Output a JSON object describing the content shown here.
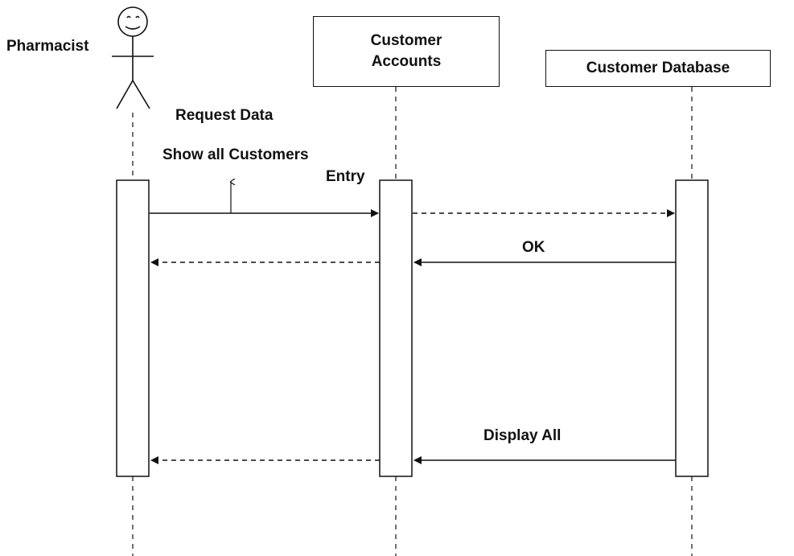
{
  "participants": {
    "actor": "Pharmacist",
    "accounts_line1": "Customer",
    "accounts_line2": "Accounts",
    "database": "Customer Database"
  },
  "messages": {
    "request_data": "Request Data",
    "show_all_line1": "Show all Customers",
    "show_all_line2": "Entry",
    "ok": "OK",
    "display_all": "Display All"
  },
  "colors": {
    "line": "#111111",
    "background": "#ffffff"
  }
}
